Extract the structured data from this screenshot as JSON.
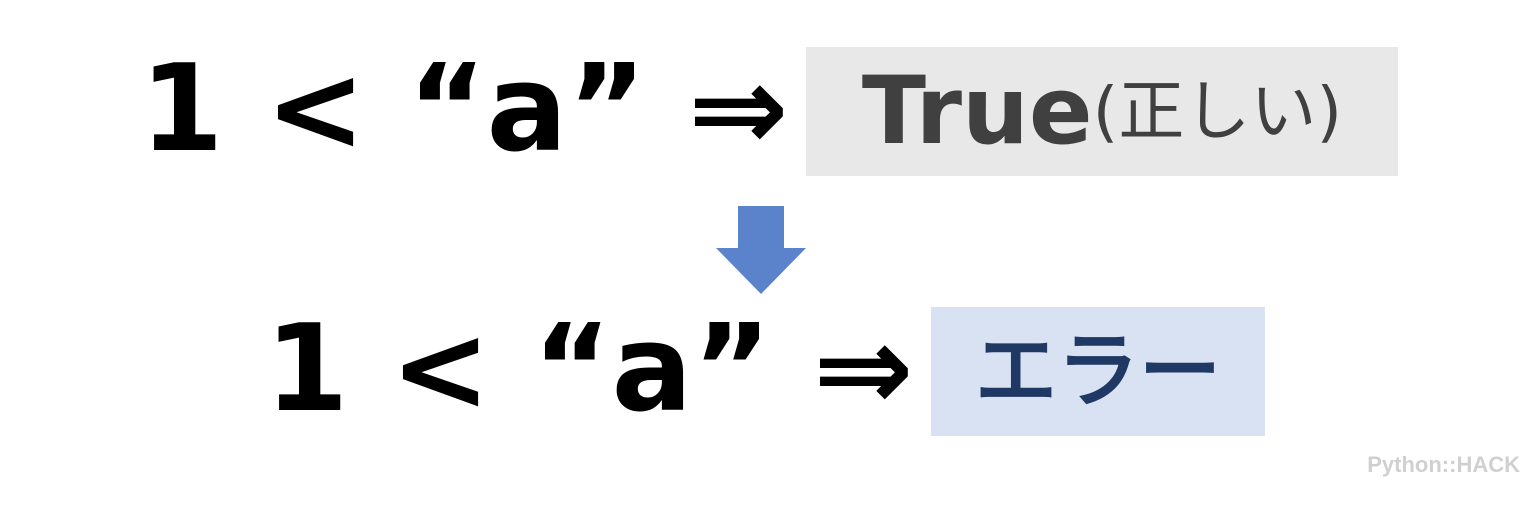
{
  "top_row": {
    "expression": "1 < “a” ⇒",
    "result": {
      "value": "True",
      "note": "(正しい)"
    }
  },
  "bottom_row": {
    "expression": "1 < “a” ⇒",
    "result": {
      "value": "エラー"
    }
  },
  "arrow_icon": "down-arrow-icon",
  "watermark": "Python::HACK",
  "colors": {
    "true_box_bg": "#e8e8e8",
    "true_text": "#404040",
    "error_box_bg": "#d9e2f3",
    "error_text": "#1f3864",
    "arrow": "#5b83cc",
    "watermark": "#d0d0d0"
  }
}
